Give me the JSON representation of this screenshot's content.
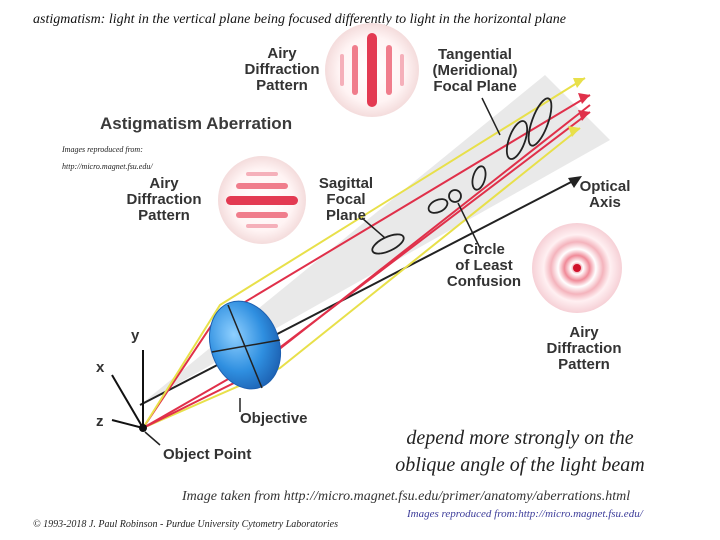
{
  "slide_title": "astigmatism:  light in the vertical plane being focused differently to light in the horizontal  plane",
  "diagram": {
    "heading": "Astigmatism Aberration",
    "credit_line1": "Images reproduced from:",
    "credit_line2": "http://micro.magnet.fsu.edu/",
    "airy_top": [
      "Airy",
      "Diffraction",
      "Pattern"
    ],
    "tangential": [
      "Tangential",
      "(Meridional)",
      "Focal Plane"
    ],
    "airy_left": [
      "Airy",
      "Diffraction",
      "Pattern"
    ],
    "sagittal": [
      "Sagittal",
      "Focal",
      "Plane"
    ],
    "optical_axis": [
      "Optical",
      "Axis"
    ],
    "circle_least": [
      "Circle",
      "of Least",
      "Confusion"
    ],
    "airy_right": [
      "Airy",
      "Diffraction",
      "Pattern"
    ],
    "axis_y": "y",
    "axis_x": "x",
    "axis_z": "z",
    "objective": "Objective",
    "object_point": "Object Point"
  },
  "caption": [
    "depend more strongly on the",
    "oblique angle of the light beam"
  ],
  "source": "Image taken from http://micro.magnet.fsu.edu/primer/anatomy/aberrations.html",
  "copyright": "© 1993-2018 J. Paul Robinson - Purdue University Cytometry Laboratories",
  "credit_bottom": "Images reproduced from:http://micro.magnet.fsu.edu/",
  "colors": {
    "ray_red": "#e0304a",
    "ray_yellow": "#e8e04a",
    "lens_blue": "#2f8fe0",
    "beam": "#e9e9e9"
  }
}
